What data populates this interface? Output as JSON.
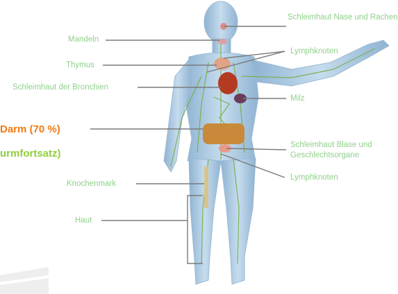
{
  "labels": {
    "schleimhaut_nase": "Schleimhaut Nase und Rachen",
    "mandeln": "Mandeln",
    "lymphknoten_oben": "Lymphknoten",
    "thymus": "Thymus",
    "bronchien": "Schleimhaut der Bronchien",
    "milz": "Milz",
    "darm": "Darm (70 %)",
    "wurmfortsatz": "urmfortsatz)",
    "blase": "Schleimhaut Blase und Geschlechtsorgane",
    "lymphknoten_unten": "Lymphknoten",
    "knochenmark": "Knochenmark",
    "haut": "Haut"
  },
  "colors": {
    "label_green": "#8fd18a",
    "highlight_orange": "#f07a12",
    "highlight_green": "#8fcf3a",
    "body_blue": "#a9c8e0",
    "vessel_green": "#6fae3a",
    "leader_grey": "#7a7a7a"
  }
}
